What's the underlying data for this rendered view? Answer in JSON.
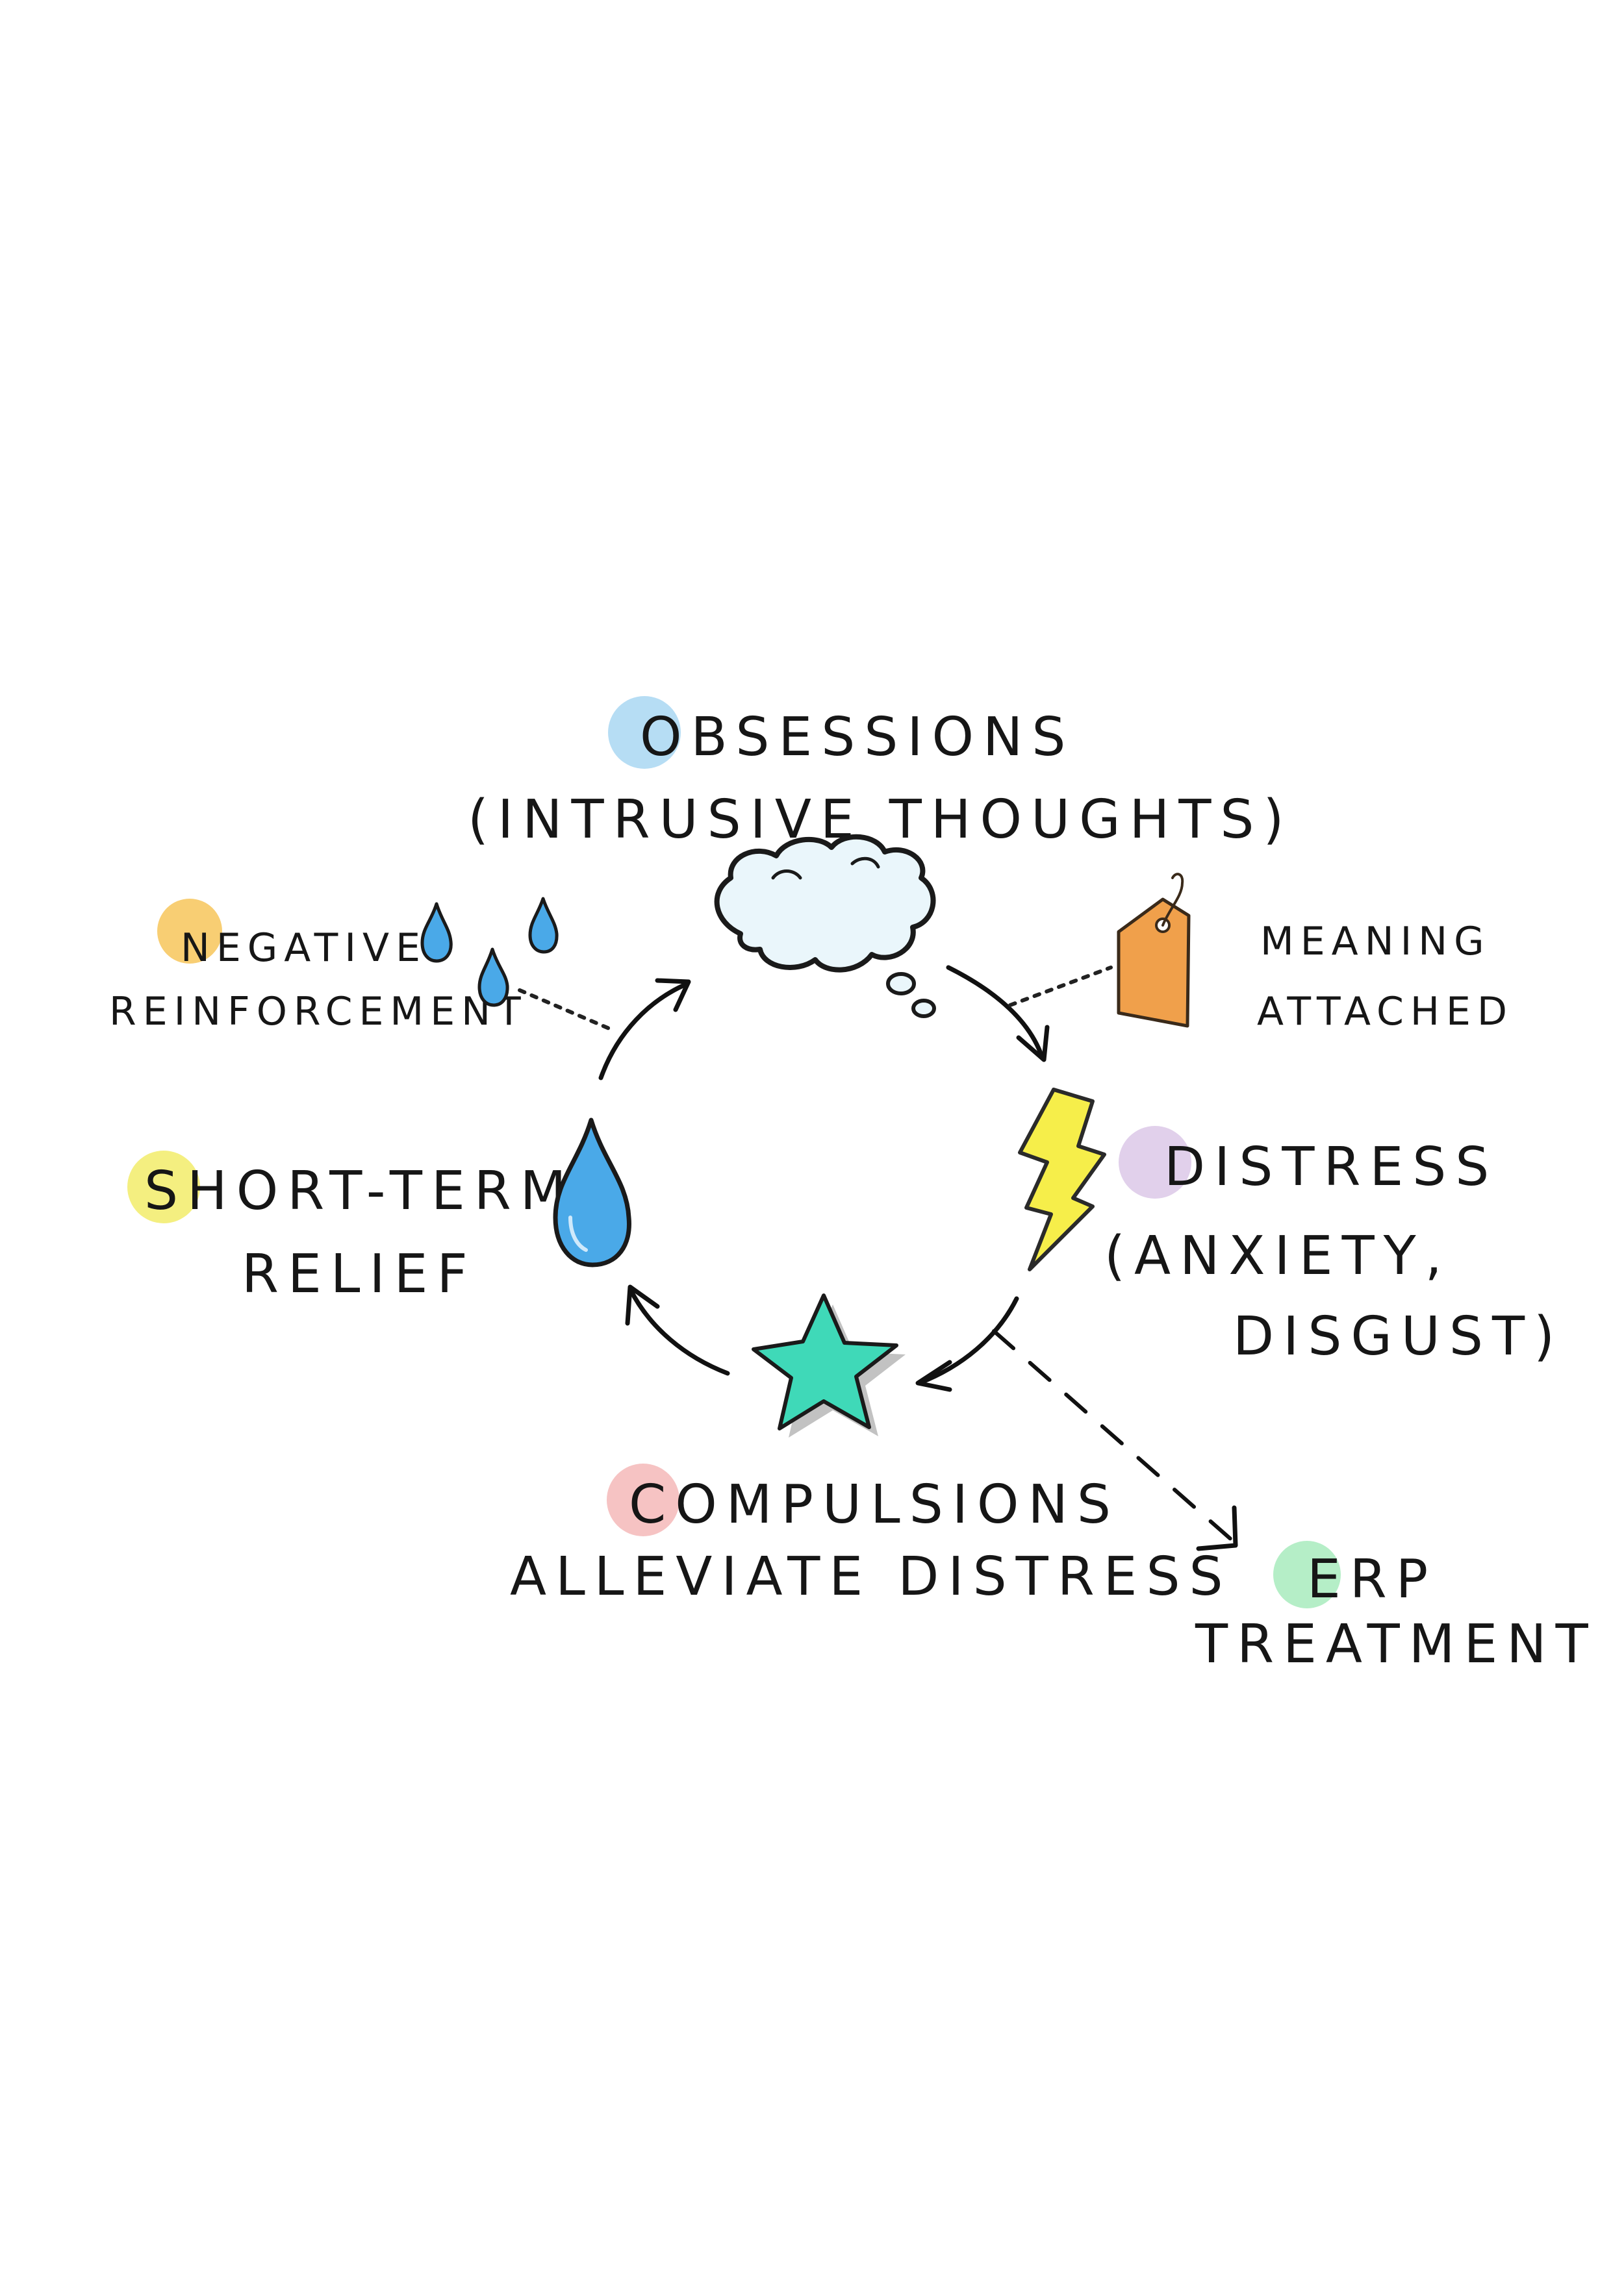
{
  "nodes": {
    "obsessions": {
      "line1": "OBSESSIONS",
      "line2": "(INTRUSIVE THOUGHTS)",
      "dot_color": "#a9d7f2"
    },
    "distress": {
      "line1": "DISTRESS",
      "line2": "(ANXIETY,",
      "line3": "DISGUST)",
      "dot_color": "#dcc8e8"
    },
    "compulsions": {
      "line1": "COMPULSIONS",
      "line2": "ALLEVIATE DISTRESS",
      "dot_color": "#f5b8b8"
    },
    "relief": {
      "line1": "SHORT-TERM",
      "line2": "RELIEF",
      "dot_color": "#f2ec6a"
    },
    "negative_reinforcement": {
      "line1": "NEGATIVE",
      "line2": "REINFORCEMENT",
      "dot_color": "#f7c55a"
    },
    "meaning": {
      "line1": "MEANING",
      "line2": "ATTACHED"
    },
    "erp": {
      "line1": "ERP",
      "line2": "TREATMENT",
      "dot_color": "#a8ebbd"
    }
  },
  "icons": {
    "thought": "thought-cloud-icon",
    "tag": "tag-icon",
    "lightning": "lightning-icon",
    "star": "star-icon",
    "drop": "water-drop-icon",
    "drops": "water-drops-icon"
  },
  "colors": {
    "cloud_fill": "#eaf6fb",
    "cloud_stroke": "#1a1a1a",
    "tag_fill": "#f0a04b",
    "lightning_fill": "#f6ee4a",
    "star_fill": "#3fd9b8",
    "drop_fill": "#4aa9e8"
  }
}
